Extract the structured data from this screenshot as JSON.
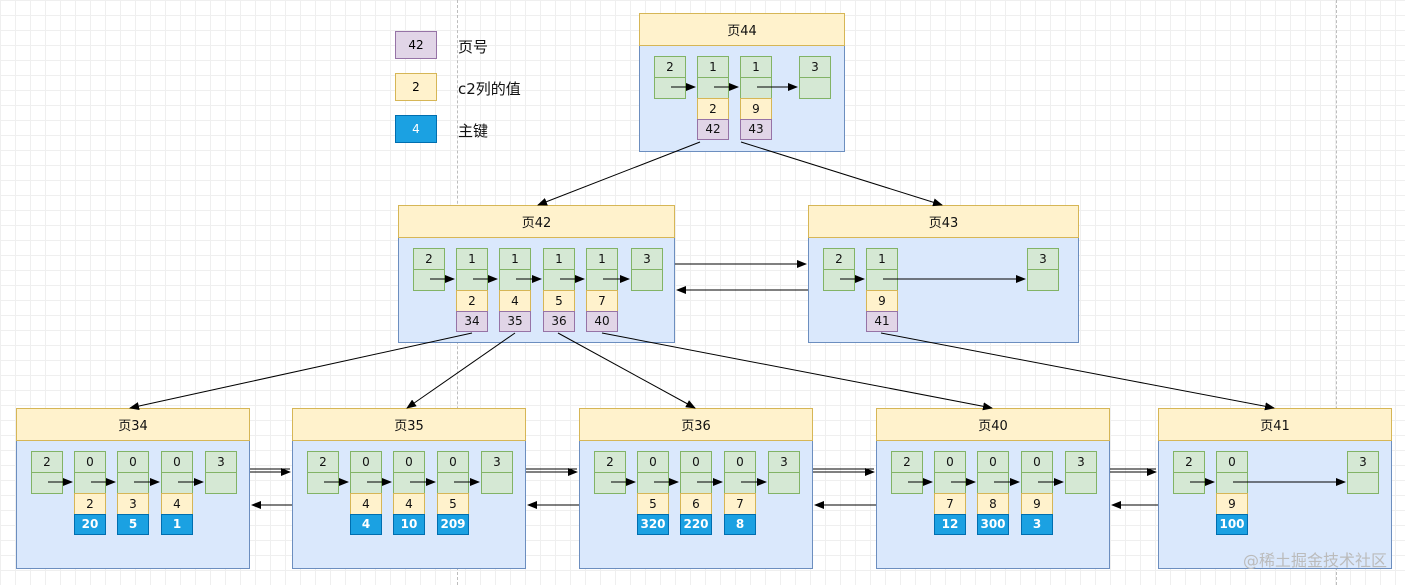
{
  "legend": [
    {
      "sample": "42",
      "label": "页号",
      "color": "#e1d5e7"
    },
    {
      "sample": "2",
      "label": "c2列的值",
      "color": "#fff2cc"
    },
    {
      "sample": "4",
      "label": "主键",
      "color": "#1ba1e2"
    }
  ],
  "colors": {
    "page_fill": "#dae8fc",
    "page_border": "#6c8ebf",
    "header_fill": "#fff2cc",
    "record_fill": "#d5e8d4",
    "page_number_fill": "#e1d5e7",
    "value_fill": "#fff2cc",
    "primary_key_fill": "#1ba1e2"
  },
  "pages": [
    {
      "id": "p44",
      "title": "页44",
      "records": [
        {
          "type": "2"
        },
        {
          "type": "1",
          "value": "2",
          "child": "42"
        },
        {
          "type": "1",
          "value": "9",
          "child": "43"
        },
        {
          "type": "3"
        }
      ]
    },
    {
      "id": "p42",
      "title": "页42",
      "records": [
        {
          "type": "2"
        },
        {
          "type": "1",
          "value": "2",
          "child": "34"
        },
        {
          "type": "1",
          "value": "4",
          "child": "35"
        },
        {
          "type": "1",
          "value": "5",
          "child": "36"
        },
        {
          "type": "1",
          "value": "7",
          "child": "40"
        },
        {
          "type": "3"
        }
      ]
    },
    {
      "id": "p43",
      "title": "页43",
      "records": [
        {
          "type": "2"
        },
        {
          "type": "1",
          "value": "9",
          "child": "41"
        },
        {
          "type": "3"
        }
      ]
    },
    {
      "id": "p34",
      "title": "页34",
      "records": [
        {
          "type": "2"
        },
        {
          "type": "0",
          "value": "2",
          "key": "20"
        },
        {
          "type": "0",
          "value": "3",
          "key": "5"
        },
        {
          "type": "0",
          "value": "4",
          "key": "1"
        },
        {
          "type": "3"
        }
      ]
    },
    {
      "id": "p35",
      "title": "页35",
      "records": [
        {
          "type": "2"
        },
        {
          "type": "0",
          "value": "4",
          "key": "4"
        },
        {
          "type": "0",
          "value": "4",
          "key": "10"
        },
        {
          "type": "0",
          "value": "5",
          "key": "209"
        },
        {
          "type": "3"
        }
      ]
    },
    {
      "id": "p36",
      "title": "页36",
      "records": [
        {
          "type": "2"
        },
        {
          "type": "0",
          "value": "5",
          "key": "320"
        },
        {
          "type": "0",
          "value": "6",
          "key": "220"
        },
        {
          "type": "0",
          "value": "7",
          "key": "8"
        },
        {
          "type": "3"
        }
      ]
    },
    {
      "id": "p40",
      "title": "页40",
      "records": [
        {
          "type": "2"
        },
        {
          "type": "0",
          "value": "7",
          "key": "12"
        },
        {
          "type": "0",
          "value": "8",
          "key": "300"
        },
        {
          "type": "0",
          "value": "9",
          "key": "3"
        },
        {
          "type": "3"
        }
      ]
    },
    {
      "id": "p41",
      "title": "页41",
      "records": [
        {
          "type": "2"
        },
        {
          "type": "0",
          "value": "9",
          "key": "100"
        },
        {
          "type": "3"
        }
      ]
    }
  ],
  "watermark": "@稀土掘金技术社区"
}
